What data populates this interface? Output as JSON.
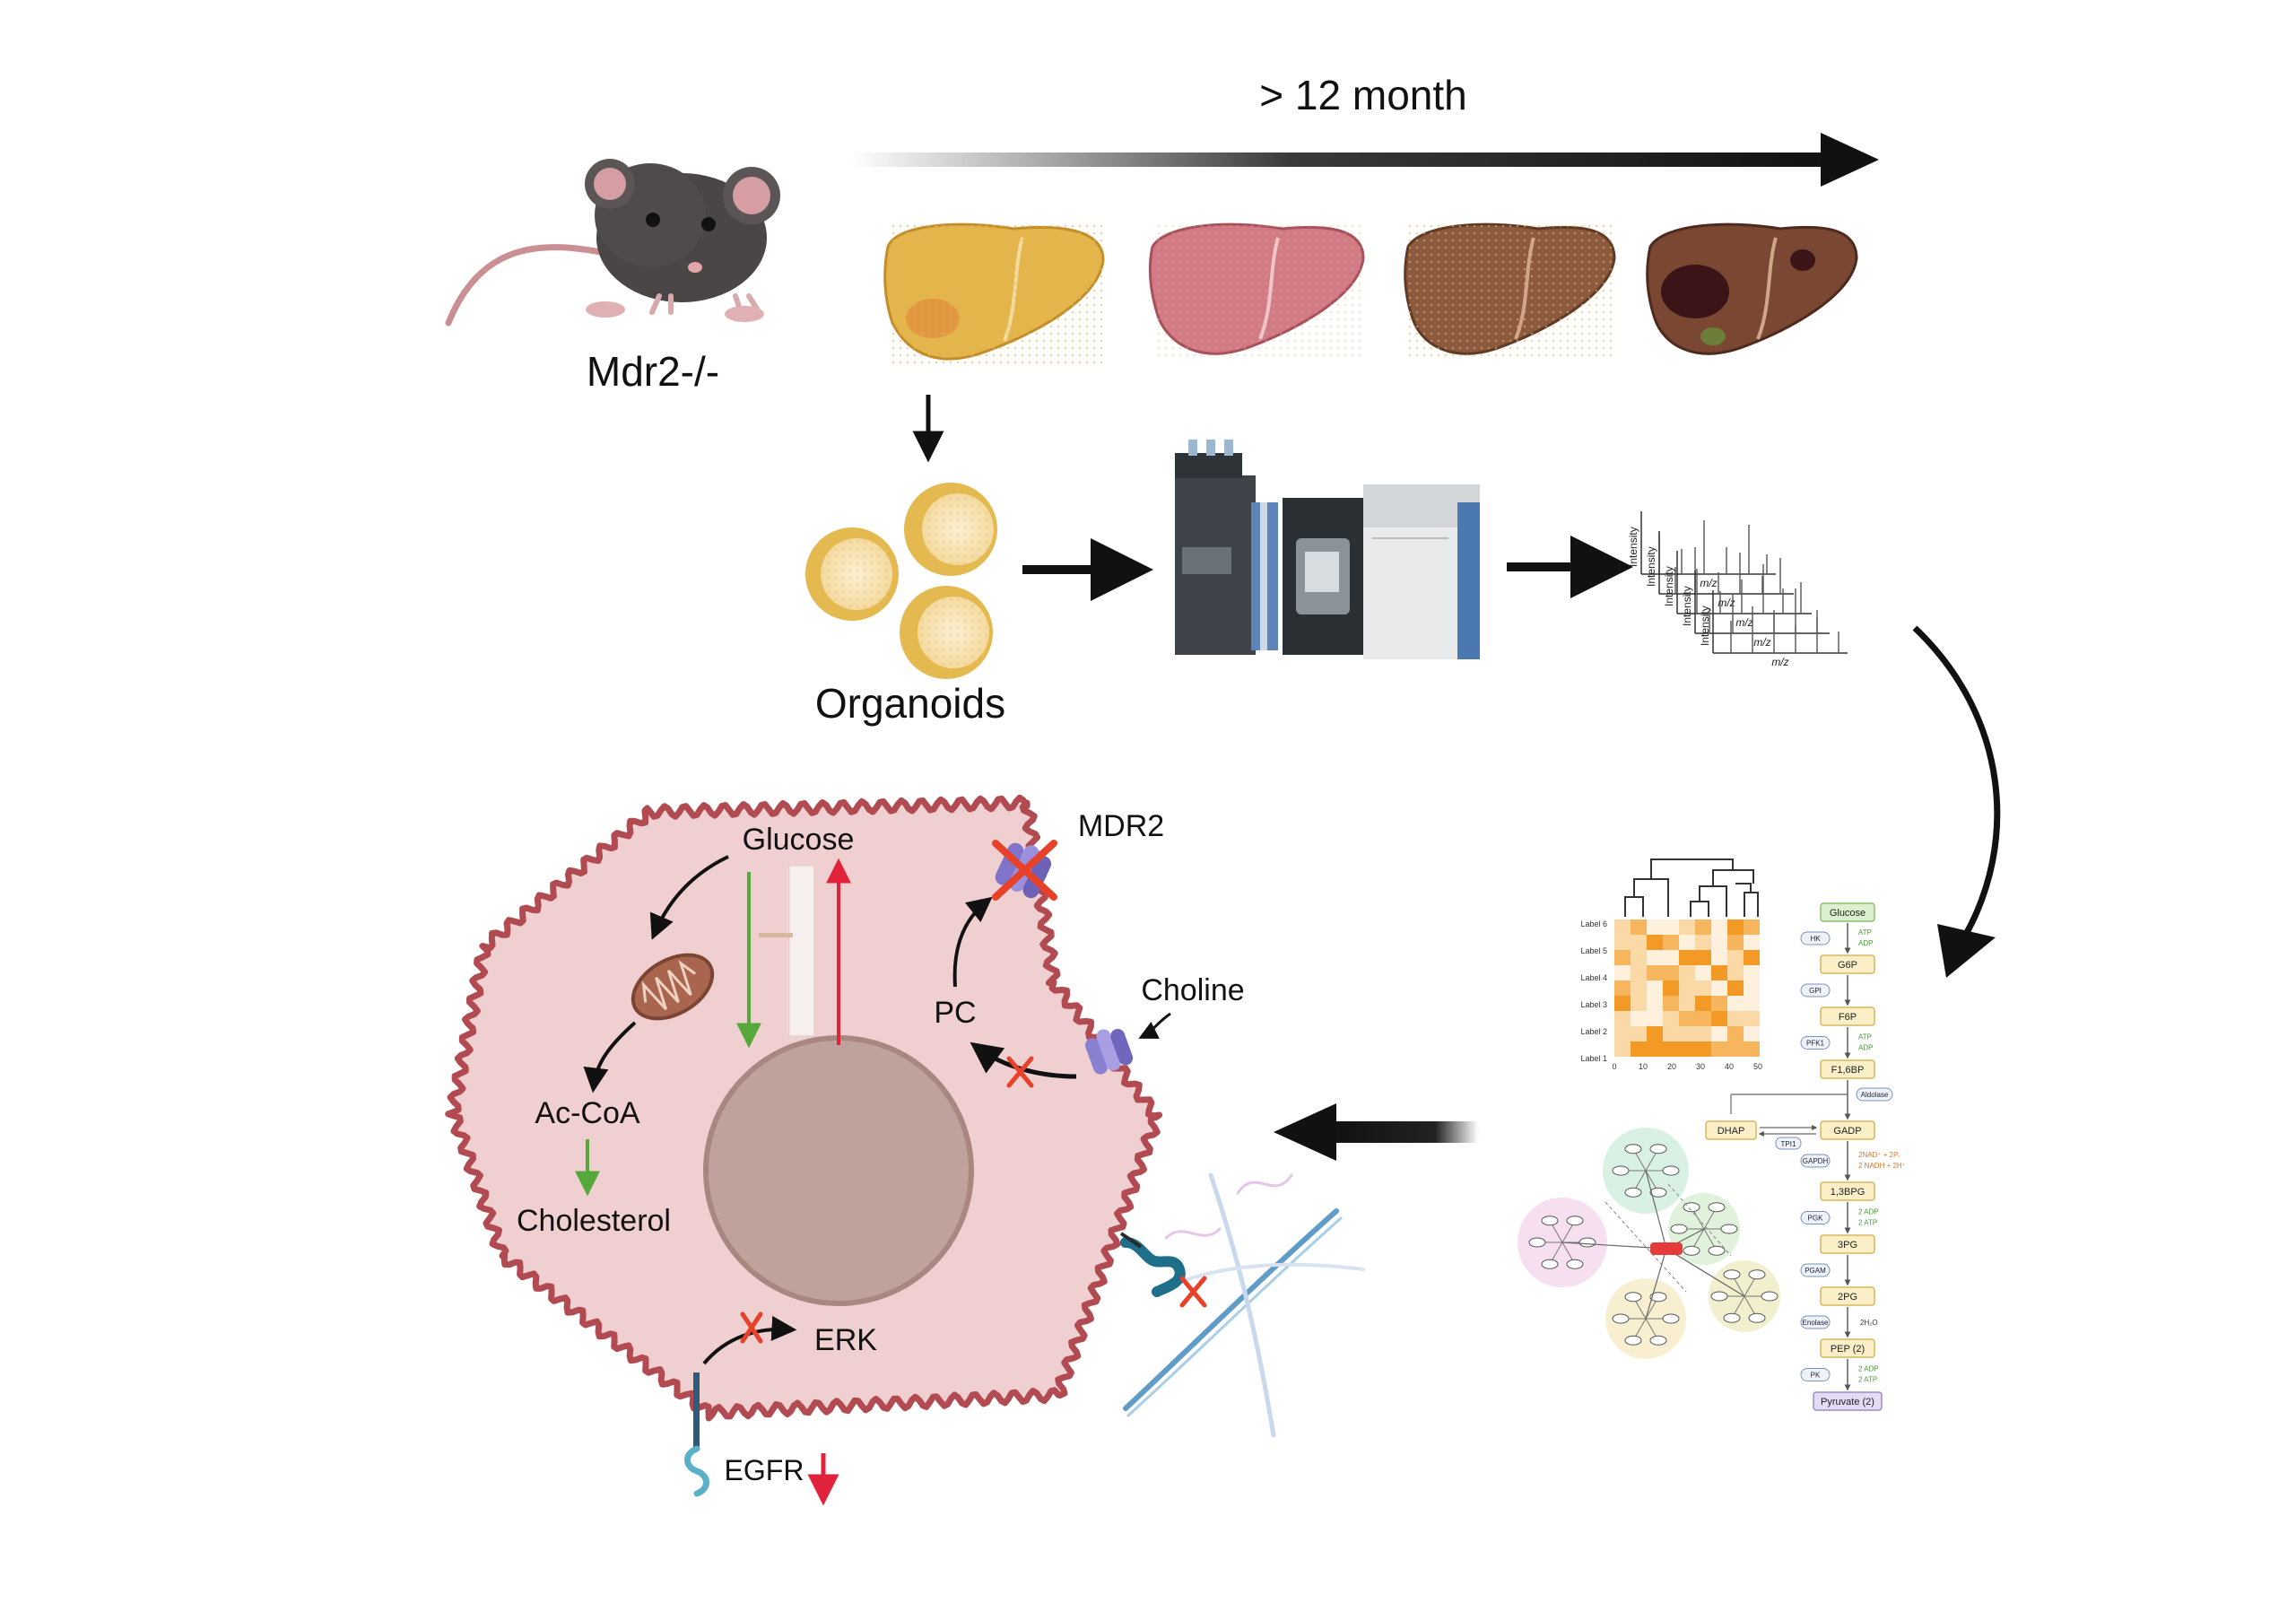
{
  "timeline": {
    "label": "> 12 month"
  },
  "mouse": {
    "label": "Mdr2-/-"
  },
  "organoids": {
    "label": "Organoids"
  },
  "spectra": {
    "axis_y": "Intensity",
    "axis_x": "m/z"
  },
  "cell": {
    "glucose": "Glucose",
    "ac_coa": "Ac-CoA",
    "cholesterol": "Cholesterol",
    "pc": "PC",
    "mdr2": "MDR2",
    "choline": "Choline",
    "erk": "ERK",
    "egfr": "EGFR"
  },
  "heatmap": {
    "row_labels": [
      "Label 6",
      "Label 5",
      "Label 4",
      "Label 3",
      "Label 2",
      "Label 1"
    ],
    "x_ticks": [
      "0",
      "10",
      "20",
      "30",
      "40",
      "50"
    ]
  },
  "glycolysis": {
    "metabolites": [
      "Glucose",
      "G6P",
      "F6P",
      "F1,6BP",
      "GADP",
      "1,3BPG",
      "3PG",
      "2PG",
      "PEP (2)",
      "Pyruvate (2)"
    ],
    "dhap": "DHAP",
    "enzymes": [
      "HK",
      "GPI",
      "PFK1",
      "Aldolase",
      "TPI1",
      "GAPDH",
      "PGK",
      "PGAM",
      "Enolase",
      "PK"
    ],
    "cofactors": {
      "hk": [
        "ATP",
        "ADP"
      ],
      "pfk1": [
        "ATP",
        "ADP"
      ],
      "gapdh": [
        "2NAD⁺ + 2Pᵢ",
        "2 NADH + 2H⁺"
      ],
      "pgk": [
        "2 ADP",
        "2 ATP"
      ],
      "enolase": "2H₂O",
      "pk": [
        "2 ADP",
        "2 ATP"
      ]
    }
  },
  "colors": {
    "cell_fill": "#f0cfd0",
    "cell_stroke": "#b24a51",
    "nucleus": "#bfa29c",
    "up_arrow": "#e0233b",
    "down_arrow_green": "#56a83a",
    "block_x": "#e8412a"
  }
}
